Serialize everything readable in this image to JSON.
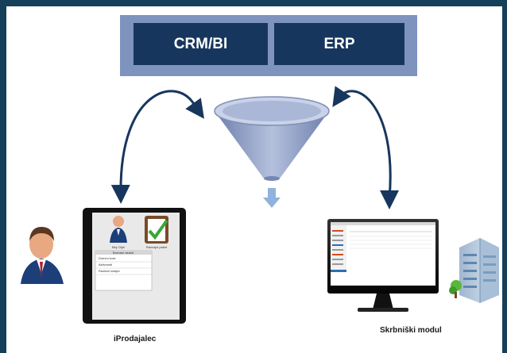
{
  "systems": [
    {
      "label": "CRM/BI"
    },
    {
      "label": "ERP"
    }
  ],
  "tablet": {
    "icon1_label": "Moj Ciljni",
    "icon2_label": "Razvojni paket",
    "list_items": [
      "Seznam strank",
      "Dnevni kora",
      "Aktivnosti",
      "Razlicni izdajni"
    ]
  },
  "labels": {
    "iprodajalec": "iProdajalec",
    "skrbniski": "Skrbniški modul"
  },
  "colors": {
    "page_bg": "#163f5a",
    "band": "#7f93bf",
    "box": "#17365d",
    "arrow": "#17365d",
    "funnel": "#8fa0c8"
  },
  "icons": [
    "user-avatar-icon",
    "checklist-icon",
    "building-icon",
    "funnel-icon",
    "down-arrow-icon"
  ]
}
